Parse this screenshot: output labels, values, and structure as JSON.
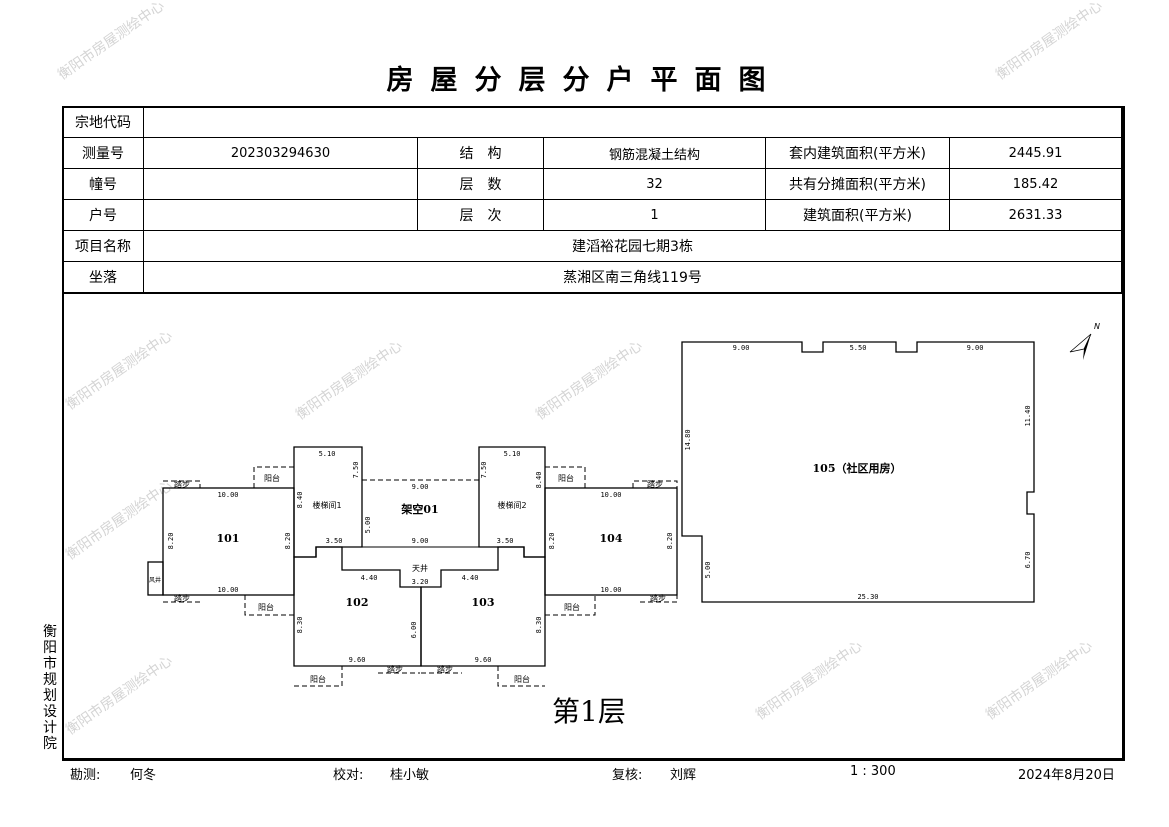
{
  "title": "房屋分层分户平面图",
  "watermark": "衡阳市房屋测绘中心",
  "table": {
    "parcel_code_label": "宗地代码",
    "parcel_code": "",
    "survey_no_label": "测量号",
    "survey_no": "202303294630",
    "structure_label": "结　构",
    "structure": "钢筋混凝土结构",
    "inner_area_label": "套内建筑面积(平方米)",
    "inner_area": "2445.91",
    "building_no_label": "幢号",
    "building_no": "",
    "floors_label": "层　数",
    "floors": "32",
    "shared_area_label": "共有分摊面积(平方米)",
    "shared_area": "185.42",
    "unit_no_label": "户号",
    "unit_no": "",
    "floor_level_label": "层　次",
    "floor_level": "1",
    "building_area_label": "建筑面积(平方米)",
    "building_area": "2631.33",
    "project_label": "项目名称",
    "project": "建滔裕花园七期3栋",
    "location_label": "坐落",
    "location": "蒸湘区南三角线119号"
  },
  "plan": {
    "rooms": [
      "101",
      "楼梯间1",
      "架空01",
      "天井",
      "102",
      "103",
      "楼梯间2",
      "104",
      "105（社区用房）"
    ],
    "balcony": "阳台",
    "step": "踏步",
    "shaft": "风井",
    "dims": [
      "10.00",
      "10.00",
      "8.20",
      "8.20",
      "5.10",
      "8.40",
      "7.50",
      "3.50",
      "9.00",
      "9.00",
      "5.00",
      "4.40",
      "3.20",
      "4.40",
      "9.60",
      "8.30",
      "6.00",
      "9.60",
      "8.30",
      "5.10",
      "7.50",
      "8.40",
      "3.50",
      "10.00",
      "10.00",
      "8.20",
      "8.20",
      "9.00",
      "5.50",
      "9.00",
      "14.80",
      "11.40",
      "6.70",
      "5.00",
      "25.30"
    ],
    "floor_label": "第1层",
    "north": "N"
  },
  "side_org": "衡阳市规划设计院",
  "footer": {
    "surveyor_label": "勘测:",
    "surveyor": "何冬",
    "checker_label": "校对:",
    "checker": "桂小敏",
    "reviewer_label": "复核:",
    "reviewer": "刘辉",
    "scale": "1 : 300",
    "date": "2024年8月20日"
  }
}
